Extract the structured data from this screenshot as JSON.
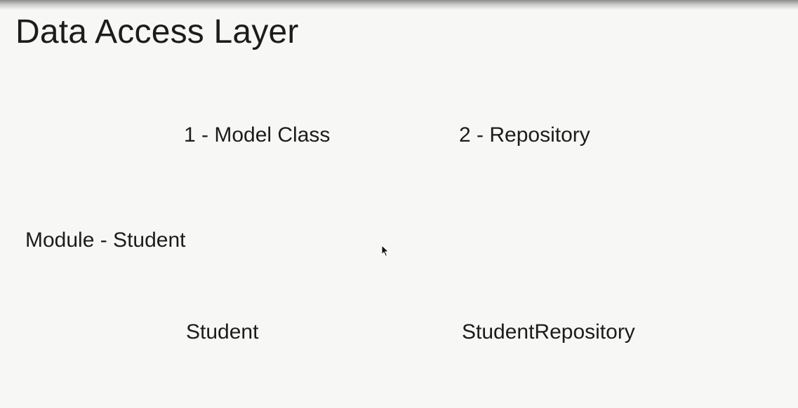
{
  "slide": {
    "title": "Data Access Layer",
    "headers": {
      "model_class": "1 - Model Class",
      "repository": "2 - Repository"
    },
    "module_label": "Module - Student",
    "examples": {
      "model": "Student",
      "repository": "StudentRepository"
    }
  },
  "icons": {
    "cursor": "mouse-pointer-icon"
  }
}
